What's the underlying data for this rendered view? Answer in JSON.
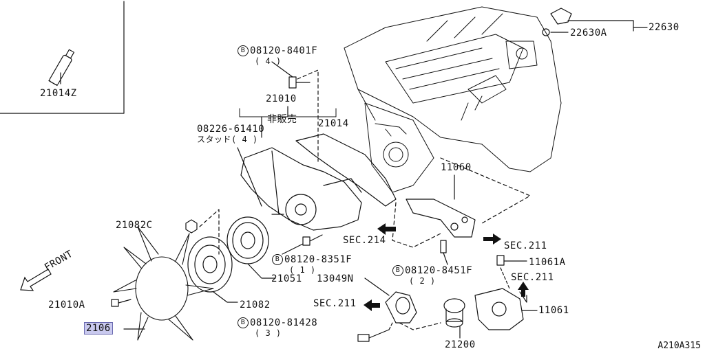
{
  "diagram_id": "A210A315",
  "inset": {
    "part": "21014Z"
  },
  "parts": {
    "p22630": "22630",
    "p22630A": "22630A",
    "b8401F": "08120-8401F",
    "b8401F_qty": "( 4 )",
    "p21010": "21010",
    "not_sold": "非販売",
    "p21014": "21014",
    "stud_code": "08226-61410",
    "stud_note": "スタッド( 4 )",
    "p11060": "11060",
    "p21082C": "21082C",
    "sec214": "SEC.214",
    "sec211_a": "SEC.211",
    "b8351F": "08120-8351F",
    "b8351F_qty": "( 1 )",
    "p21051": "21051",
    "b8451F": "08120-8451F",
    "b8451F_qty": "( 2 )",
    "p11061A": "11061A",
    "sec211_b": "SEC.211",
    "front": "FRONT",
    "p13049N": "13049N",
    "p21010A": "21010A",
    "p21082": "21082",
    "sec211_c": "SEC.211",
    "p11061": "11061",
    "p2106": "2106",
    "b81428": "08120-81428",
    "b81428_qty": "( 3 )",
    "p21200": "21200"
  },
  "bolt_symbol": "B"
}
